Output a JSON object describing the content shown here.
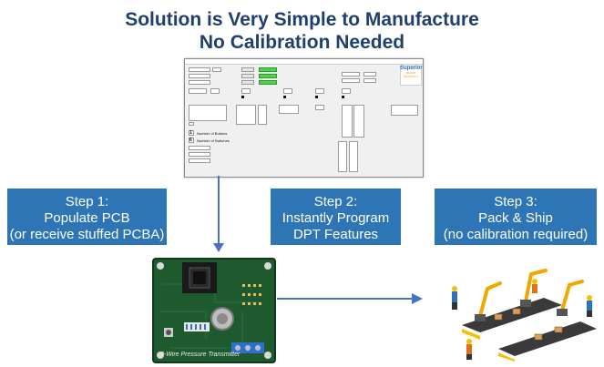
{
  "title_line1": "Solution is Very Simple to Manufacture",
  "title_line2": "No Calibration Needed",
  "steps": [
    {
      "label": "Step 1:",
      "line2": "Populate PCB",
      "line3": "(or receive stuffed PCBA)"
    },
    {
      "label": "Step 2:",
      "line2": "Instantly Program",
      "line3": "DPT Features"
    },
    {
      "label": "Step 3:",
      "line2": "Pack & Ship",
      "line3": "(no calibration required)"
    }
  ],
  "software": {
    "logo_name": "Superior",
    "logo_sub": "SENSOR TECHNOLOGY",
    "buttons_count": "1",
    "buttons_label": "Number of Buttons",
    "switches_count": "6",
    "switches_label": "Number of Switches"
  },
  "pcb_caption": "3-Wire Pressure Transmitter",
  "colors": {
    "title": "#1f3f6e",
    "step_box": "#2e75b6",
    "arrow": "#4472c4"
  }
}
